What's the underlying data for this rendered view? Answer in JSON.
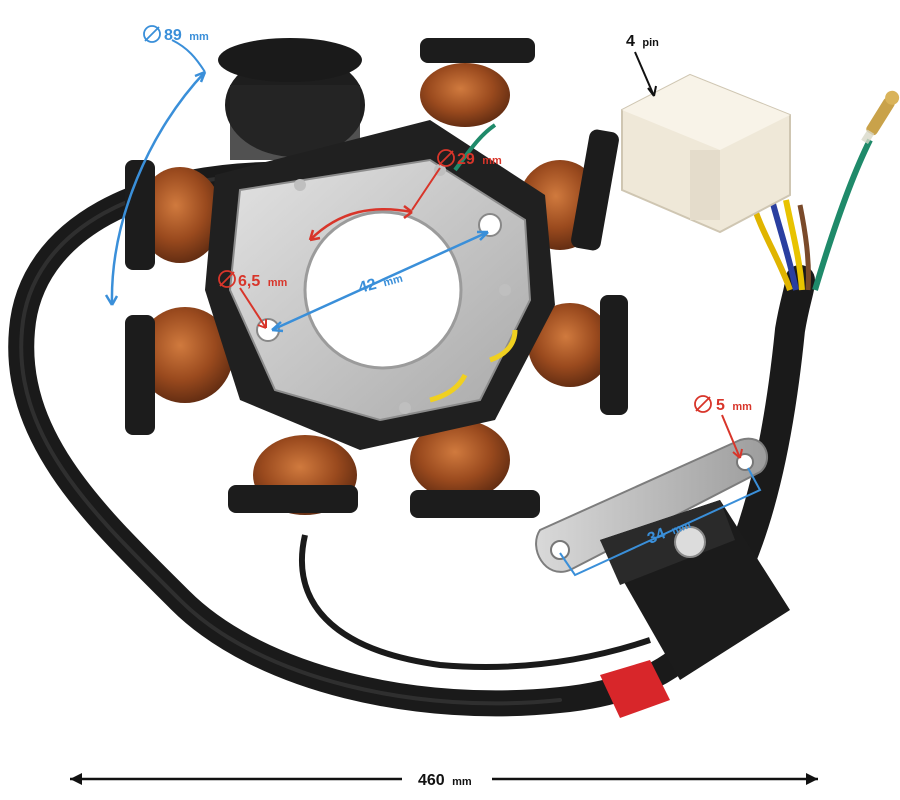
{
  "annotations": {
    "outer_diameter": {
      "value": "89",
      "unit": "mm"
    },
    "inner_diameter": {
      "value": "29",
      "unit": "mm"
    },
    "hole_diameter": {
      "value": "6,5",
      "unit": "mm"
    },
    "bore_span": {
      "value": "42",
      "unit": "mm"
    },
    "connector_pins": {
      "value": "4",
      "unit": "pin"
    },
    "pickup_hole": {
      "value": "5",
      "unit": "mm"
    },
    "pickup_spacing": {
      "value": "34",
      "unit": "mm"
    },
    "cable_length": {
      "value": "460",
      "unit": "mm"
    }
  },
  "colors": {
    "blue": "#3a8fd9",
    "red": "#d8352a",
    "black": "#111111",
    "copper": "#9a4a1e",
    "plate": "#c9c9c9"
  },
  "icons": [
    "diameter-icon"
  ]
}
